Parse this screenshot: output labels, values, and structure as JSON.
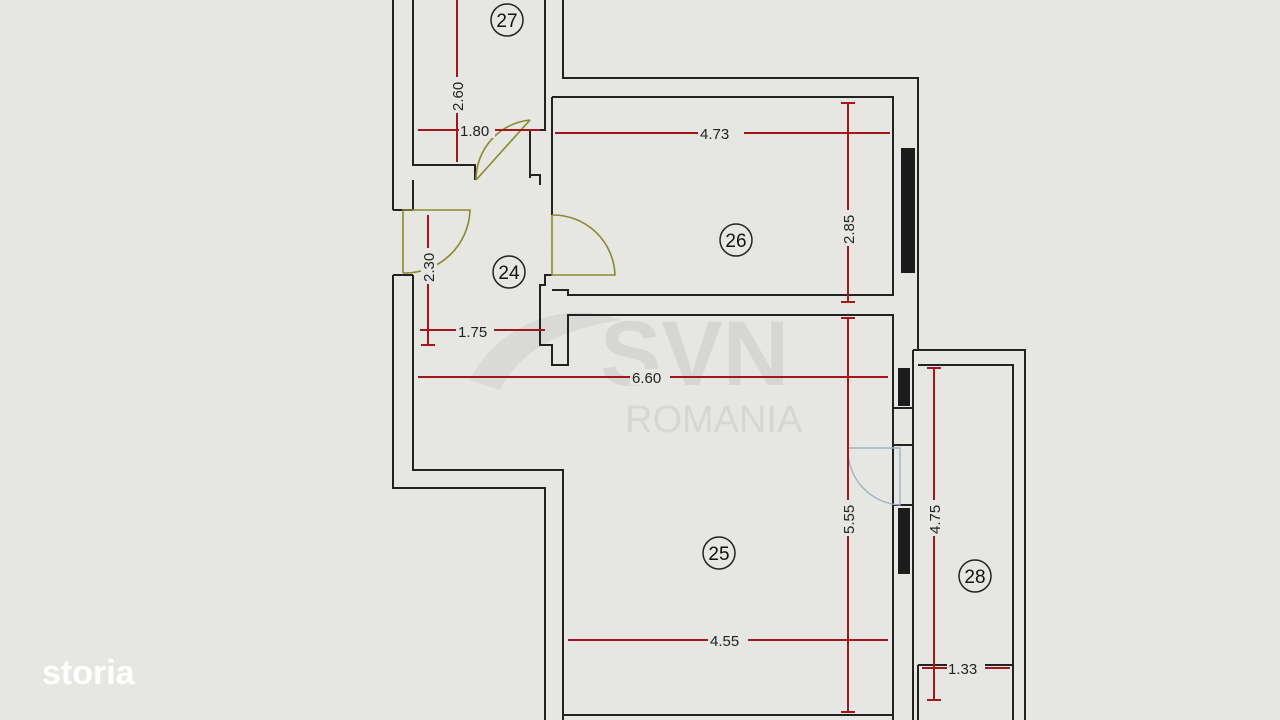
{
  "rooms": [
    {
      "id": "r24",
      "label": "24"
    },
    {
      "id": "r25",
      "label": "25"
    },
    {
      "id": "r26",
      "label": "26"
    },
    {
      "id": "r27",
      "label": "27"
    },
    {
      "id": "r28",
      "label": "28"
    }
  ],
  "dimensions": {
    "d_473": "4.73",
    "d_285": "2.85",
    "d_260": "2.60",
    "d_180": "1.80",
    "d_230": "2.30",
    "d_175": "1.75",
    "d_660": "6.60",
    "d_555": "5.55",
    "d_455": "4.55",
    "d_475": "4.75",
    "d_133": "1.33"
  },
  "watermark": {
    "brand": "SVN",
    "sub": "ROMANIA"
  },
  "branding": {
    "logo": "storia"
  },
  "colors": {
    "dimension_line": "#a4161a",
    "wall": "#222222",
    "door": "#8b8a2a",
    "background": "#e6e6e3"
  }
}
